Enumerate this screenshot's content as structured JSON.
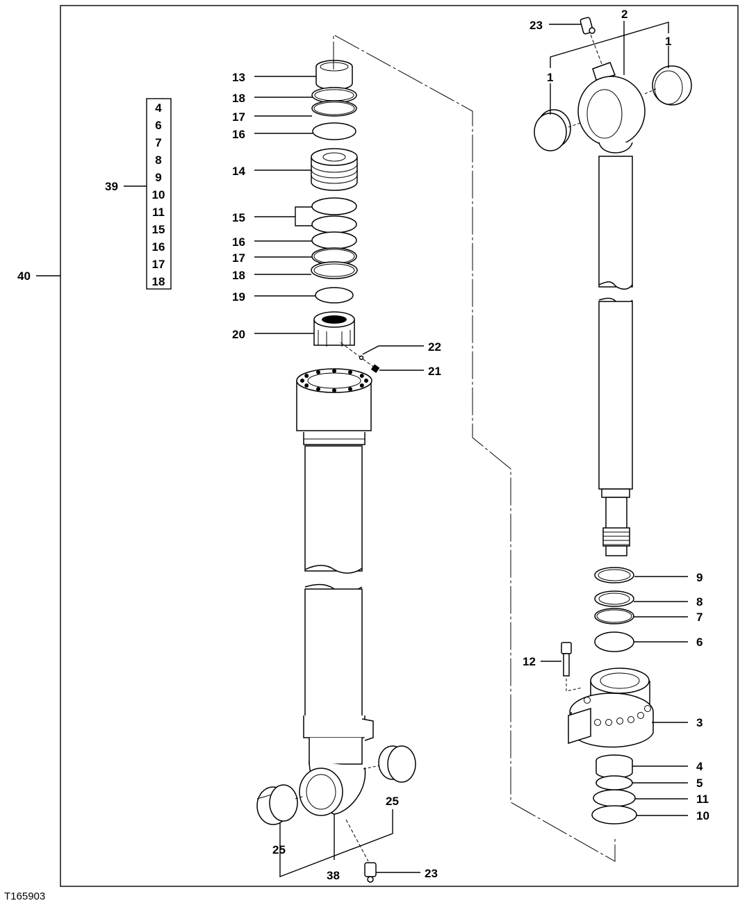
{
  "figure_id": "T165903",
  "assembly_callout": "40",
  "kit": {
    "callout": "39",
    "items": [
      "4",
      "6",
      "7",
      "8",
      "9",
      "10",
      "11",
      "15",
      "16",
      "17",
      "18"
    ]
  },
  "callouts": {
    "c13": "13",
    "c18a": "18",
    "c17a": "17",
    "c16a": "16",
    "c14": "14",
    "c15": "15",
    "c16b": "16",
    "c17b": "17",
    "c18b": "18",
    "c19": "19",
    "c20": "20",
    "c22": "22",
    "c21": "21",
    "c23top": "23",
    "c2": "2",
    "c1left": "1",
    "c1right": "1",
    "c9": "9",
    "c8": "8",
    "c7": "7",
    "c6": "6",
    "c12": "12",
    "c3": "3",
    "c4": "4",
    "c5": "5",
    "c11": "11",
    "c10": "10",
    "c25right": "25",
    "c25left": "25",
    "c38": "38",
    "c23bot": "23"
  }
}
